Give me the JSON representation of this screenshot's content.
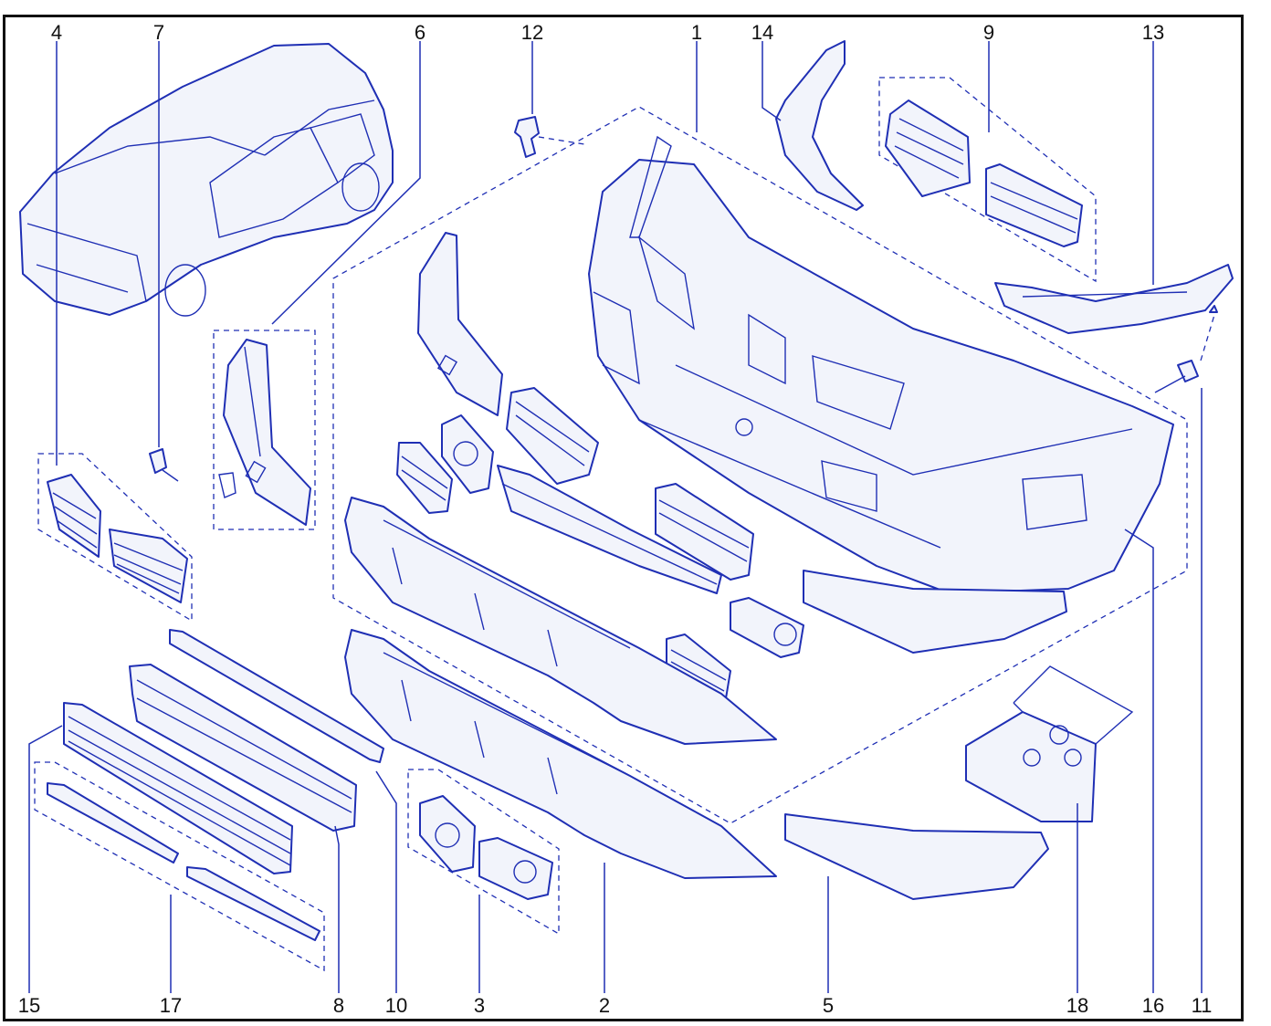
{
  "diagram": {
    "callouts": [
      {
        "id": "c4",
        "label": "4"
      },
      {
        "id": "c7",
        "label": "7"
      },
      {
        "id": "c6",
        "label": "6"
      },
      {
        "id": "c12",
        "label": "12"
      },
      {
        "id": "c1",
        "label": "1"
      },
      {
        "id": "c14",
        "label": "14"
      },
      {
        "id": "c9",
        "label": "9"
      },
      {
        "id": "c13",
        "label": "13"
      },
      {
        "id": "c15",
        "label": "15"
      },
      {
        "id": "c17",
        "label": "17"
      },
      {
        "id": "c8",
        "label": "8"
      },
      {
        "id": "c10",
        "label": "10"
      },
      {
        "id": "c3",
        "label": "3"
      },
      {
        "id": "c2",
        "label": "2"
      },
      {
        "id": "c5",
        "label": "5"
      },
      {
        "id": "c18",
        "label": "18"
      },
      {
        "id": "c16",
        "label": "16"
      },
      {
        "id": "c11",
        "label": "11"
      }
    ],
    "colors": {
      "line": "#1f2fb4",
      "fill": "#f2f4fb",
      "frame": "#111111"
    }
  }
}
